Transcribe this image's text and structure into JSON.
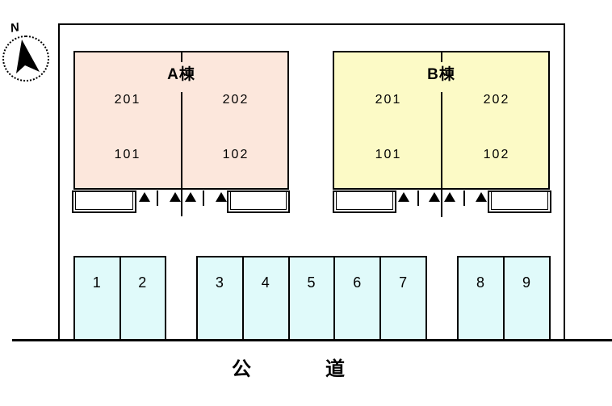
{
  "title": "site-layout-plan",
  "compass": {
    "label": "N"
  },
  "buildings": [
    {
      "name": "A棟",
      "rooms": {
        "upper_left": "201",
        "upper_right": "202",
        "lower_left": "101",
        "lower_right": "102"
      }
    },
    {
      "name": "B棟",
      "rooms": {
        "upper_left": "201",
        "upper_right": "202",
        "lower_left": "101",
        "lower_right": "102"
      }
    }
  ],
  "parking": {
    "groups": [
      [
        "1",
        "2"
      ],
      [
        "3",
        "4",
        "5",
        "6",
        "7"
      ],
      [
        "8",
        "9"
      ]
    ]
  },
  "road": {
    "label_left": "公",
    "label_right": "道"
  },
  "colors": {
    "building_a_fill": "#fce7dc",
    "building_b_fill": "#fcfac6",
    "parking_fill": "#e0fafa",
    "outline": "#000000",
    "background": "#ffffff"
  }
}
